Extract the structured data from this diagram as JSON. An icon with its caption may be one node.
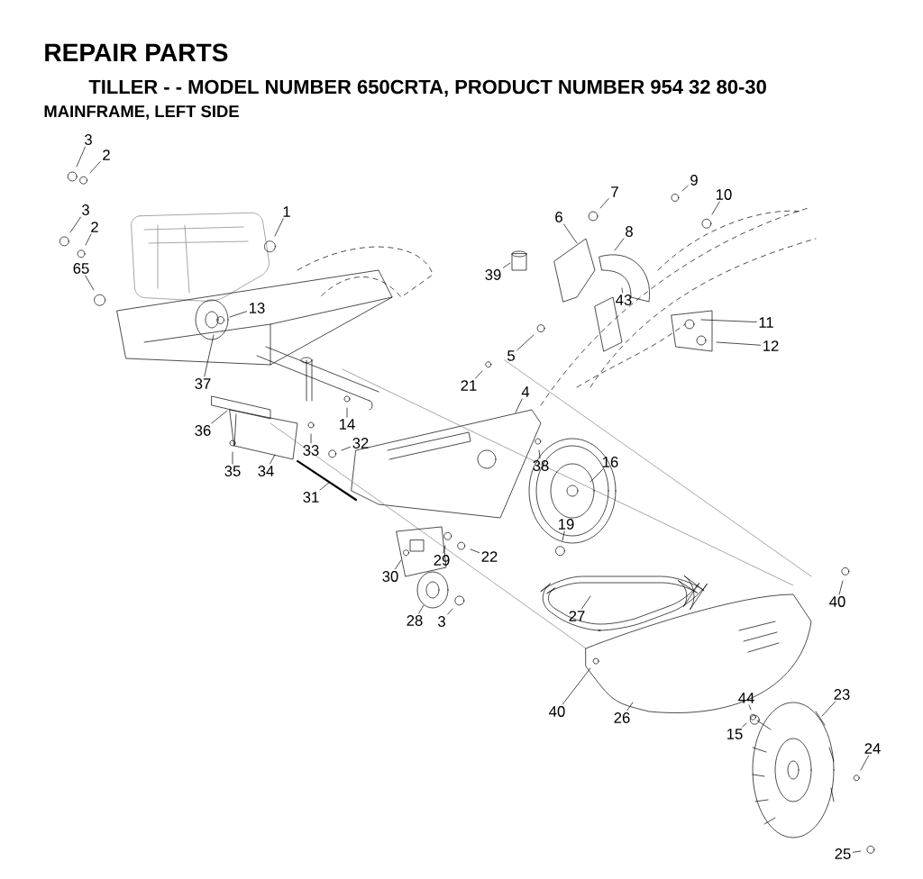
{
  "diagram": {
    "title": "REPAIR PARTS",
    "labels": [
      "TILLER - - MODEL NUMBER 650CRTA, PRODUCT NUMBER 954 32 80-30",
      "MAINFRAME, LEFT SIDE"
    ],
    "nodes": [
      {
        "text": [
          "3"
        ]
      },
      {
        "text": [
          "2"
        ]
      },
      {
        "text": [
          "9"
        ]
      },
      {
        "text": [
          "7"
        ]
      },
      {
        "text": [
          "10"
        ]
      },
      {
        "text": [
          "3"
        ]
      },
      {
        "text": [
          "1"
        ]
      },
      {
        "text": [
          "6"
        ]
      },
      {
        "text": [
          "2"
        ]
      },
      {
        "text": [
          "8"
        ]
      },
      {
        "text": [
          "65"
        ]
      },
      {
        "text": [
          "39"
        ]
      },
      {
        "text": [
          "43"
        ]
      },
      {
        "text": [
          "13"
        ]
      },
      {
        "text": [
          "11"
        ]
      },
      {
        "text": [
          "12"
        ]
      },
      {
        "text": [
          "5"
        ]
      },
      {
        "text": [
          "37"
        ]
      },
      {
        "text": [
          "21"
        ]
      },
      {
        "text": [
          "4"
        ]
      },
      {
        "text": [
          "14"
        ]
      },
      {
        "text": [
          "36"
        ]
      },
      {
        "text": [
          "32"
        ]
      },
      {
        "text": [
          "33"
        ]
      },
      {
        "text": [
          "16"
        ]
      },
      {
        "text": [
          "38"
        ]
      },
      {
        "text": [
          "35"
        ]
      },
      {
        "text": [
          "34"
        ]
      },
      {
        "text": [
          "31"
        ]
      },
      {
        "text": [
          "19"
        ]
      },
      {
        "text": [
          "22"
        ]
      },
      {
        "text": [
          "29"
        ]
      },
      {
        "text": [
          "30"
        ]
      },
      {
        "text": [
          "40"
        ]
      },
      {
        "text": [
          "27"
        ]
      },
      {
        "text": [
          "28"
        ]
      },
      {
        "text": [
          "3"
        ]
      },
      {
        "text": [
          "23"
        ]
      },
      {
        "text": [
          "44"
        ]
      },
      {
        "text": [
          "40"
        ]
      },
      {
        "text": [
          "26"
        ]
      },
      {
        "text": [
          "15"
        ]
      },
      {
        "text": [
          "24"
        ]
      },
      {
        "text": [
          "25"
        ]
      }
    ],
    "edges": [
      {
        "from": 0,
        "to": null,
        "arrow": "none"
      },
      {
        "from": 1,
        "to": null,
        "arrow": "none"
      },
      {
        "from": 2,
        "to": null,
        "arrow": "none"
      },
      {
        "from": 3,
        "to": null,
        "arrow": "none"
      },
      {
        "from": 4,
        "to": null,
        "arrow": "none"
      },
      {
        "from": 5,
        "to": null,
        "arrow": "none"
      },
      {
        "from": 6,
        "to": null,
        "arrow": "none"
      },
      {
        "from": 7,
        "to": null,
        "arrow": "none"
      },
      {
        "from": 8,
        "to": null,
        "arrow": "none"
      },
      {
        "from": 9,
        "to": null,
        "arrow": "none"
      },
      {
        "from": 10,
        "to": null,
        "arrow": "none"
      },
      {
        "from": 11,
        "to": null,
        "arrow": "none"
      },
      {
        "from": 12,
        "to": null,
        "arrow": "none"
      },
      {
        "from": 13,
        "to": null,
        "arrow": "none"
      },
      {
        "from": 14,
        "to": null,
        "arrow": "none"
      },
      {
        "from": 15,
        "to": null,
        "arrow": "none"
      },
      {
        "from": 16,
        "to": null,
        "arrow": "none"
      },
      {
        "from": 17,
        "to": null,
        "arrow": "none"
      },
      {
        "from": 18,
        "to": null,
        "arrow": "none"
      },
      {
        "from": 19,
        "to": null,
        "arrow": "none"
      },
      {
        "from": 20,
        "to": null,
        "arrow": "none"
      },
      {
        "from": 21,
        "to": null,
        "arrow": "none"
      },
      {
        "from": 22,
        "to": null,
        "arrow": "none"
      },
      {
        "from": 23,
        "to": null,
        "arrow": "none"
      },
      {
        "from": 24,
        "to": null,
        "arrow": "none"
      },
      {
        "from": 25,
        "to": null,
        "arrow": "none"
      },
      {
        "from": 26,
        "to": null,
        "arrow": "none"
      },
      {
        "from": 27,
        "to": null,
        "arrow": "none"
      },
      {
        "from": 28,
        "to": null,
        "arrow": "none"
      },
      {
        "from": 29,
        "to": null,
        "arrow": "none"
      },
      {
        "from": 30,
        "to": null,
        "arrow": "none"
      },
      {
        "from": 31,
        "to": null,
        "arrow": "none"
      },
      {
        "from": 32,
        "to": null,
        "arrow": "none"
      },
      {
        "from": 33,
        "to": null,
        "arrow": "none"
      },
      {
        "from": 34,
        "to": null,
        "arrow": "none"
      },
      {
        "from": 35,
        "to": null,
        "arrow": "none"
      },
      {
        "from": 36,
        "to": null,
        "arrow": "none"
      },
      {
        "from": 37,
        "to": null,
        "arrow": "none"
      },
      {
        "from": 38,
        "to": null,
        "arrow": "none"
      },
      {
        "from": 39,
        "to": null,
        "arrow": "none"
      },
      {
        "from": 40,
        "to": null,
        "arrow": "none"
      },
      {
        "from": 41,
        "to": null,
        "arrow": "none"
      },
      {
        "from": 42,
        "to": null,
        "arrow": "none"
      },
      {
        "from": 43,
        "to": null,
        "arrow": "none"
      }
    ]
  }
}
